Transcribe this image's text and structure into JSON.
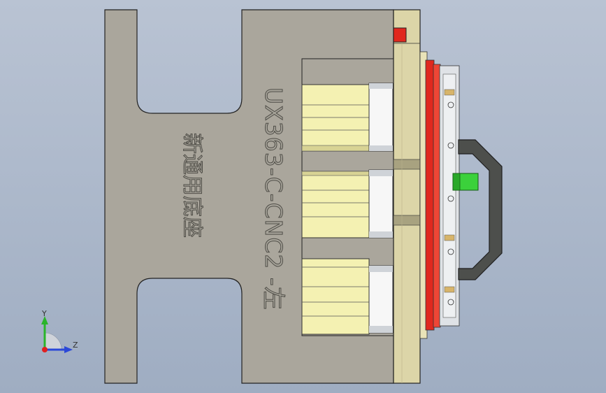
{
  "viewport": {
    "background_top": "#b9c3d3",
    "background_bottom": "#9fadc2"
  },
  "part": {
    "engraving_code": "UX363-C-CNC2 -左",
    "engraving_name": "新通用底座",
    "base_color": "#aaa69c",
    "plate_color": "#dcd5a8",
    "block_color": "#f4f1b2",
    "red_color": "#e0281e",
    "handle_color": "#4d4f4c",
    "pin_color": "#3bd13b"
  },
  "triad": {
    "y_label": "Y",
    "z_label": "Z",
    "y_color": "#2ab52a",
    "z_color": "#2b48d8",
    "origin_color": "#e02020"
  }
}
